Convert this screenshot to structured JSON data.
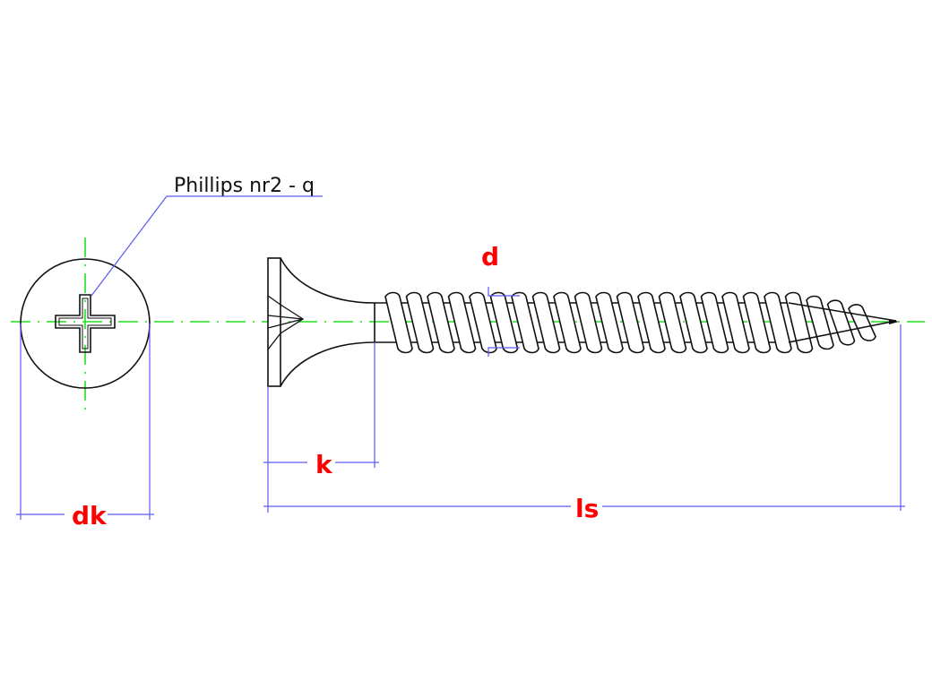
{
  "drawing": {
    "callout_text": "Phillips nr2 - q",
    "dimensions": {
      "head_diameter": "dk",
      "head_height": "k",
      "thread_diameter": "d",
      "screw_length": "ls"
    },
    "colors": {
      "outline": "#111111",
      "dimension_lines": "#5a5af0",
      "center_lines": "#22dd22",
      "dimension_labels": "#ff0000"
    }
  }
}
